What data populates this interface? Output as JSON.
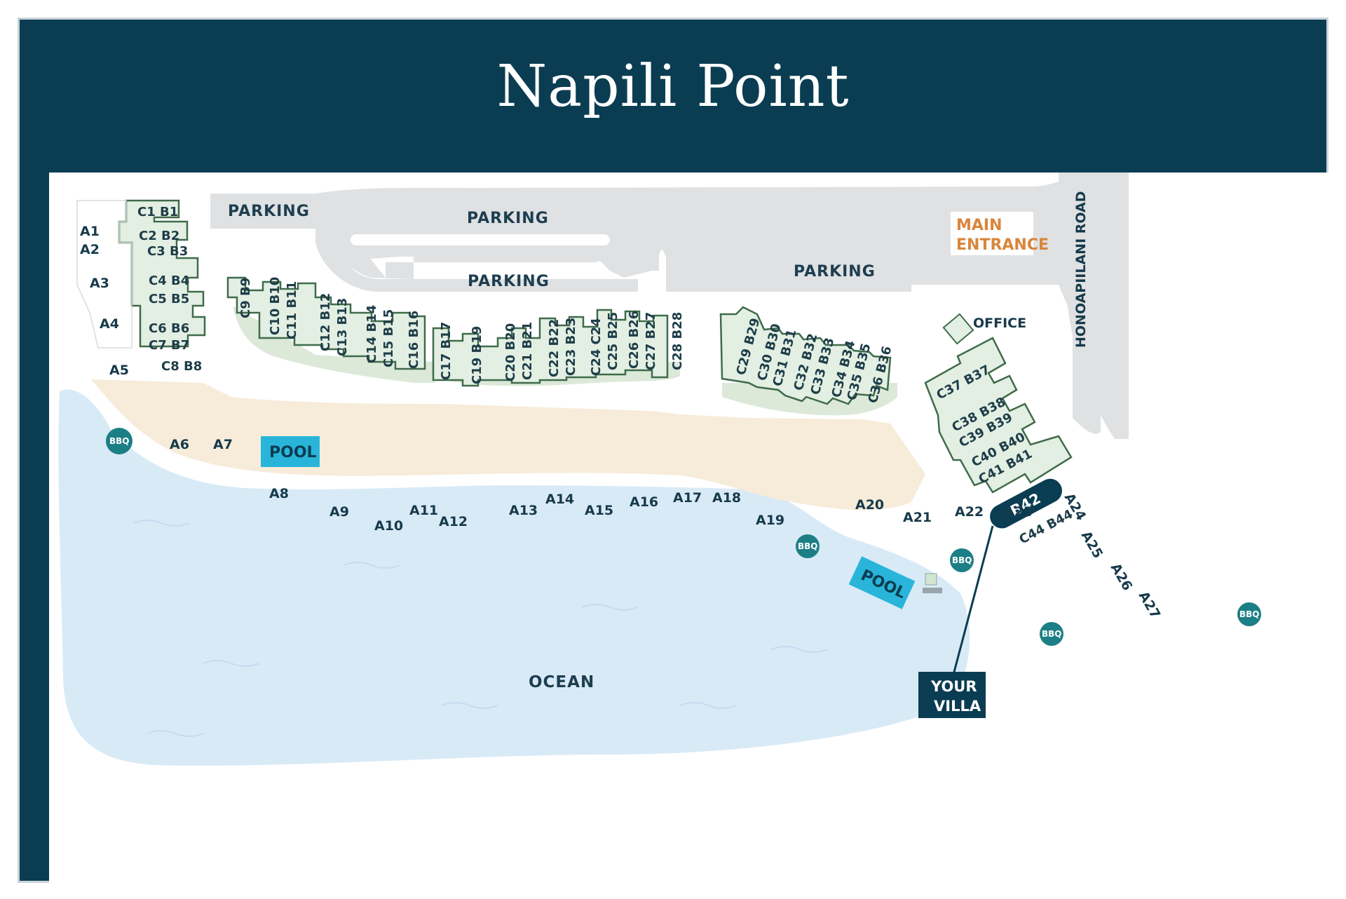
{
  "title": "Napili Point",
  "colors": {
    "header": "#0b3d52",
    "building_fill": "#e3efe3",
    "building_stroke": "#3f6b4a",
    "parking": "#dfe1e2",
    "sand": "#f6ecd9",
    "ocean": "#d9eaf7",
    "pool": "#29b5da",
    "bbq": "#1d7f86",
    "entrance": "#d9853b"
  },
  "labels": {
    "parking": "PARKING",
    "main_entrance_line1": "MAIN",
    "main_entrance_line2": "ENTRANCE",
    "road": "HONOAPIILANI ROAD",
    "office": "OFFICE",
    "ocean": "OCEAN",
    "pool": "POOL",
    "bbq": "BBQ",
    "your_villa_line1": "YOUR",
    "your_villa_line2": "VILLA",
    "highlight_unit": "B42"
  },
  "buildings": {
    "left_block": [
      "C1 B1",
      "C2 B2",
      "C3 B3",
      "C4 B4",
      "C5 B5",
      "C6 B6",
      "C7 B7",
      "C8 B8"
    ],
    "row_1": [
      "C9 B9",
      "C10 B10",
      "C11 B11",
      "C12 B12",
      "C13 B13",
      "C14 B14",
      "C15 B15",
      "C16 B16"
    ],
    "row_2": [
      "C17 B17",
      "C19 B19",
      "C20 B20",
      "C21 B21",
      "C22 B22",
      "C23 B23",
      "C24 C24",
      "C25 B25",
      "C26 B26",
      "C27 B27",
      "C28 B28"
    ],
    "row_3": [
      "C29 B29",
      "C30 B30",
      "C31 B31",
      "C32 B32",
      "C33 B33",
      "C34 B34",
      "C35 B35",
      "C36 B36"
    ],
    "right_block": [
      "C37 B37",
      "C38 B38",
      "C39 B39",
      "C40 B40",
      "C41 B41",
      "C43 B43",
      "C44 B44"
    ]
  },
  "a_units": [
    "A1",
    "A2",
    "A3",
    "A4",
    "A5",
    "A6",
    "A7",
    "A8",
    "A9",
    "A10",
    "A11",
    "A12",
    "A13",
    "A14",
    "A15",
    "A16",
    "A17",
    "A18",
    "A19",
    "A20",
    "A21",
    "A22",
    "A23",
    "A24",
    "A25",
    "A26",
    "A27"
  ]
}
